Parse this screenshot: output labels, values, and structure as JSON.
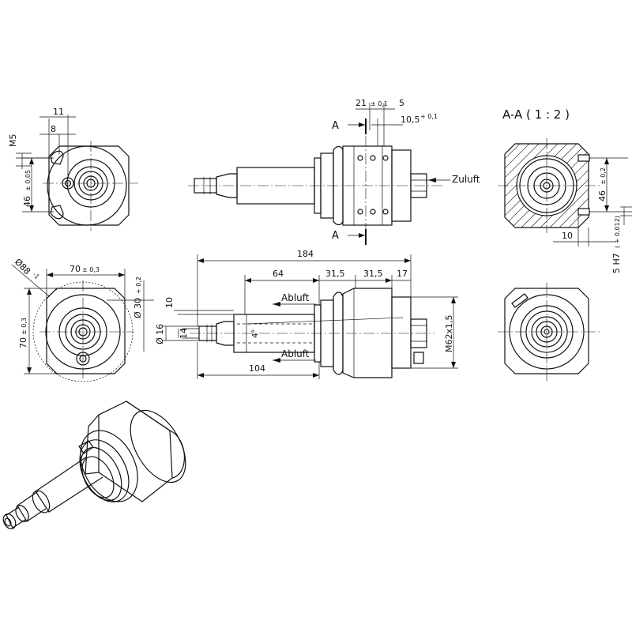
{
  "labels": {
    "dim_11": "11",
    "dim_8": "8",
    "dim_m5": "M5",
    "dim_46_tl": "46",
    "tol_46_tl": "± 0,05",
    "dim_21": "21",
    "tol_21": "± 0,1",
    "dim_5": "5",
    "dim_10_5": "10,5",
    "tol_10_5": "+ 0,1",
    "section_a_top": "A",
    "section_a_bottom": "A",
    "zuluft": "Zuluft",
    "section_title": "A-A ( 1 : 2 )",
    "dim_46_tr": "46",
    "tol_46_tr": "± 0,2",
    "dim_10_tr": "10",
    "dim_5h7": "5 H7",
    "tol_5h7": "( + 0,012)",
    "dim_88": "Ø88",
    "tol_88": "-1",
    "dim_70_h": "70",
    "tol_70_h": "± 0,3",
    "dim_70_v": "70",
    "tol_70_v": "± 0,3",
    "dim_30": "Ø 30",
    "tol_30": "+ 0,2",
    "dim_10_mid": "10",
    "dim_16": "Ø 16",
    "dim_14": "14",
    "dim_184": "184",
    "dim_64": "64",
    "dim_31_5a": "31,5",
    "dim_31_5b": "31,5",
    "dim_17": "17",
    "abluft_top": "Abluft",
    "abluft_bottom": "Abluft",
    "dim_4deg": "4°",
    "dim_104": "104",
    "dim_m62": "M62x1,5"
  }
}
